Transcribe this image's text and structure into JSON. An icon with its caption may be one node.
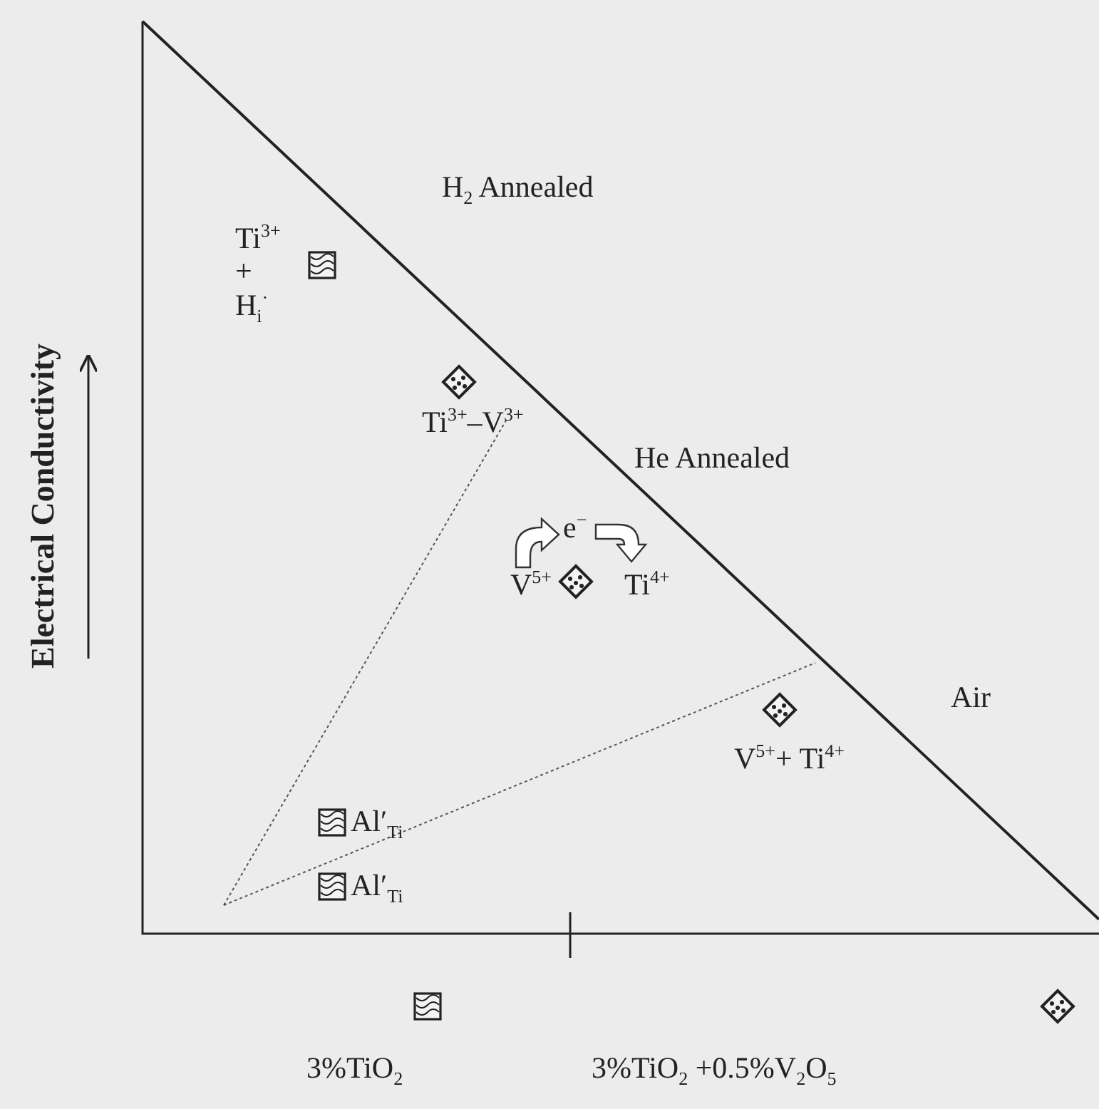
{
  "diagram": {
    "labels": [
      "Electrical Conductivity",
      "H$_{2}$ Annealed",
      "Ti$^{3+}$ + H$_{i}$$^{·}$",
      "Ti$^{3+}$–V$^{3+}$",
      "He Annealed",
      "e$^{−}$",
      "V$^{5+}$",
      "Ti$^{4+}$",
      "Air",
      "V$^{5+}$+ Ti$^{4+}$",
      "Al′$_{Ti}$",
      "Al′$_{Ti}$"
    ],
    "legend": [
      {
        "text": "3%TiO$_{2}$"
      },
      {
        "text": "3%TiO$_{2}$ +0.5%V$_{2}$O$_{5}$"
      }
    ]
  }
}
